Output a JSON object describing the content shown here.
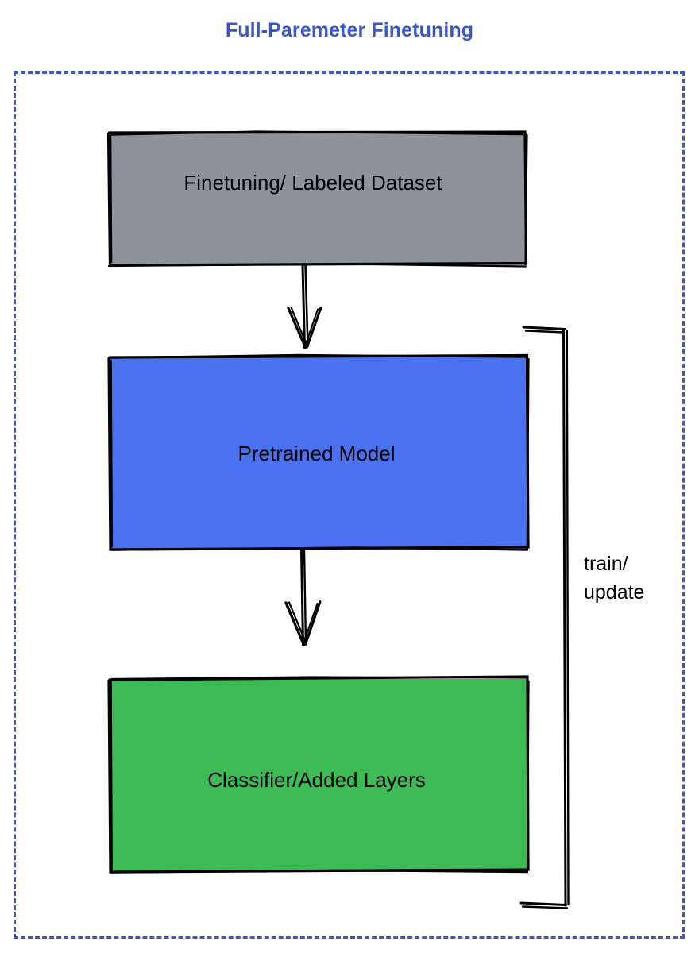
{
  "diagram": {
    "title": "Full-Paremeter Finetuning",
    "title_color": "#3a57c8",
    "container": {
      "border_style": "dashed",
      "border_color": "#3a57c8"
    },
    "nodes": [
      {
        "id": "dataset",
        "label": "Finetuning/ Labeled Dataset",
        "fill_color": "#8c939b",
        "stroke_color": "#000000",
        "shape": "rectangle",
        "style": "hand-drawn"
      },
      {
        "id": "pretrained",
        "label": "Pretrained Model",
        "fill_color": "#4a72f0",
        "stroke_color": "#000000",
        "shape": "rectangle",
        "style": "hand-drawn"
      },
      {
        "id": "classifier",
        "label": "Classifier/Added Layers",
        "fill_color": "#3cbb54",
        "stroke_color": "#000000",
        "shape": "rectangle",
        "style": "hand-drawn"
      }
    ],
    "edges": [
      {
        "id": "dataset-to-pretrained",
        "from": "dataset",
        "to": "pretrained",
        "label": "",
        "arrowhead": "open-v",
        "stroke_color": "#000000"
      },
      {
        "id": "pretrained-to-classifier",
        "from": "pretrained",
        "to": "classifier",
        "label": "",
        "arrowhead": "open-v",
        "stroke_color": "#000000"
      },
      {
        "id": "feedback-loop",
        "from": "pretrained",
        "to": "classifier",
        "label_line1": "train/",
        "label_line2": "update",
        "arrowhead": "none",
        "stroke_color": "#000000"
      }
    ]
  }
}
